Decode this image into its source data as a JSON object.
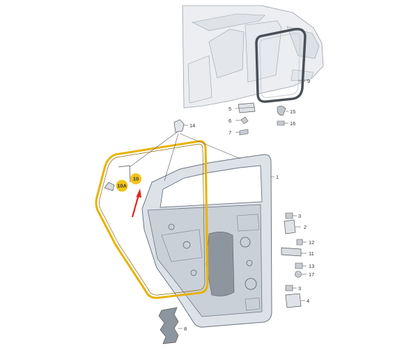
{
  "colors": {
    "seal_highlight": "#e8b200",
    "badge_fill": "#f2c418",
    "arrow": "#e0241f",
    "line_art": "#6b7480",
    "panel_fill": "#dde2e8",
    "car_fill": "#eceef1"
  },
  "callouts": {
    "c1": "1",
    "c2": "2",
    "c3a": "3",
    "c3b": "3",
    "c4": "4",
    "c5": "5",
    "c6": "6",
    "c7": "7",
    "c8": "8",
    "c9": "9",
    "c10": "10",
    "c10a": "10A",
    "c11": "11",
    "c12": "12",
    "c13": "13",
    "c14": "14",
    "c15": "15",
    "c16": "16",
    "c17": "17"
  }
}
